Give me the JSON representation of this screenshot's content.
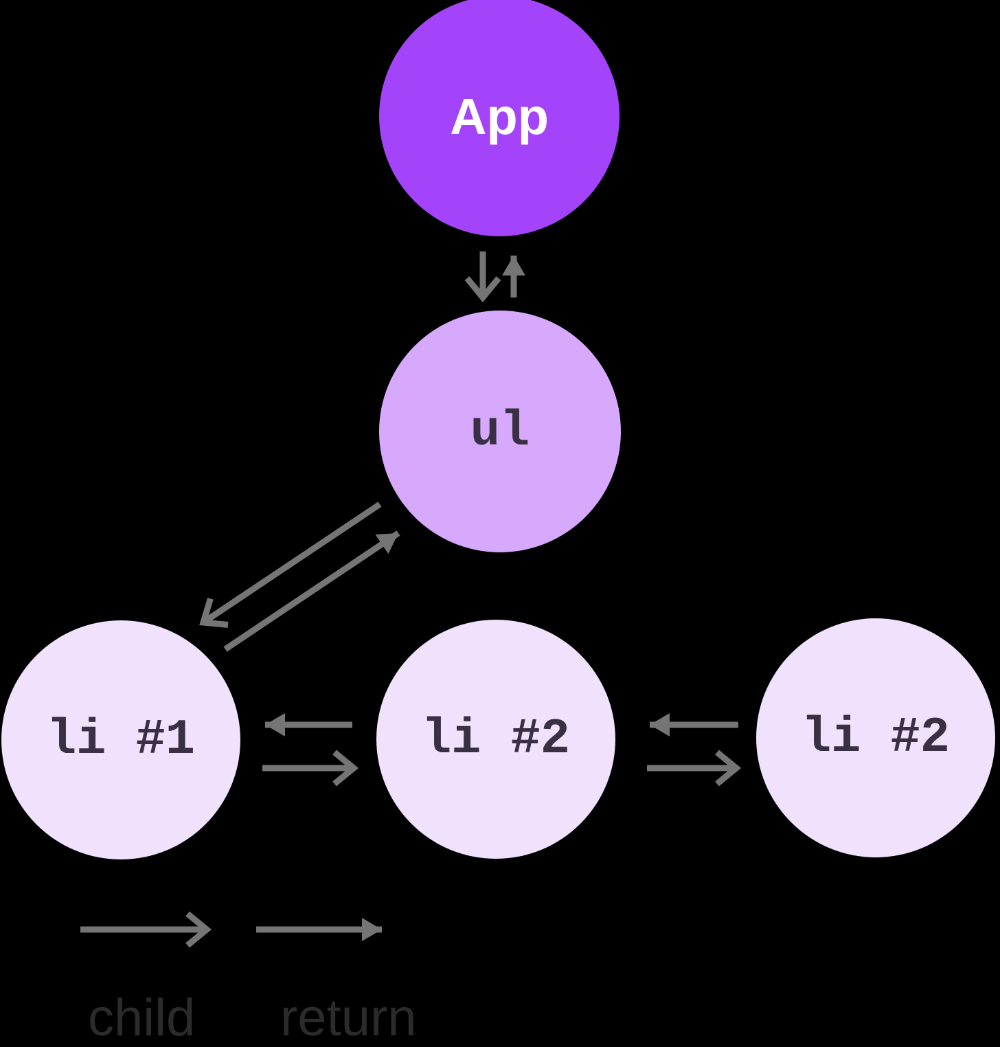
{
  "diagram": {
    "nodes": {
      "app": {
        "label": "App"
      },
      "ul": {
        "label": "ul"
      },
      "li1": {
        "label": "li #1"
      },
      "li2": {
        "label": "li #2"
      },
      "li3": {
        "label": "li #2"
      }
    },
    "edges": [
      {
        "type": "child",
        "from": "App",
        "to": "ul"
      },
      {
        "type": "return",
        "from": "ul",
        "to": "App"
      },
      {
        "type": "child",
        "from": "ul",
        "to": "li #1"
      },
      {
        "type": "return",
        "from": "li #1",
        "to": "ul"
      },
      {
        "type": "child",
        "from": "li #1",
        "to": "li #2 (middle)"
      },
      {
        "type": "return",
        "from": "li #2 (middle)",
        "to": "li #1"
      },
      {
        "type": "child",
        "from": "li #2 (middle)",
        "to": "li #2 (right)"
      },
      {
        "type": "return",
        "from": "li #2 (right)",
        "to": "li #2 (middle)"
      }
    ],
    "legend": {
      "child": "child",
      "return": "return"
    },
    "colors": {
      "background": "#000000",
      "node_app": "#a344fb",
      "node_ul": "#d7a9fc",
      "node_li": "#f0e1fc",
      "node_text": "#3a3043",
      "app_text": "#ffffff",
      "arrow": "#757575",
      "legend_text": "#2b2b2b"
    }
  }
}
